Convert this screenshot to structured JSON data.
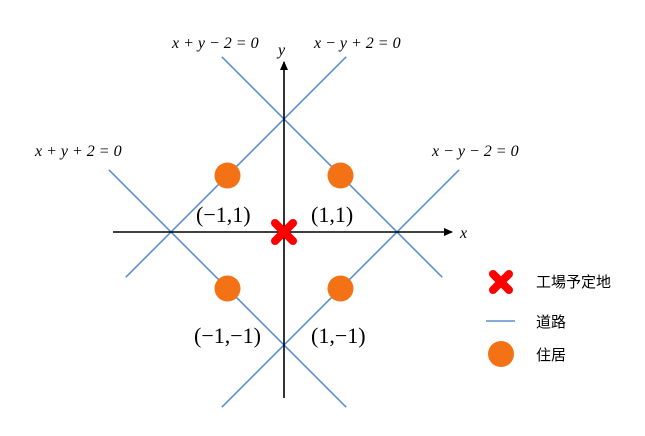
{
  "axes": {
    "x_label": "x",
    "y_label": "y"
  },
  "roads": [
    {
      "equation": "x + y − 2 = 0"
    },
    {
      "equation": "x − y + 2 = 0"
    },
    {
      "equation": "x + y + 2 = 0"
    },
    {
      "equation": "x − y − 2 = 0"
    }
  ],
  "houses": [
    {
      "label": "(−1,1)",
      "x": -1,
      "y": 1
    },
    {
      "label": "(1,1)",
      "x": 1,
      "y": 1
    },
    {
      "label": "(−1,−1)",
      "x": -1,
      "y": -1
    },
    {
      "label": "(1,−1)",
      "x": 1,
      "y": -1
    }
  ],
  "factory": {
    "x": 0,
    "y": 0
  },
  "legend": {
    "factory_label": "工場予定地",
    "road_label": "道路",
    "house_label": "住居"
  },
  "colors": {
    "road": "#5b8fcf",
    "house": "#f47216",
    "factory": "#ff0000",
    "axis": "#000000"
  }
}
